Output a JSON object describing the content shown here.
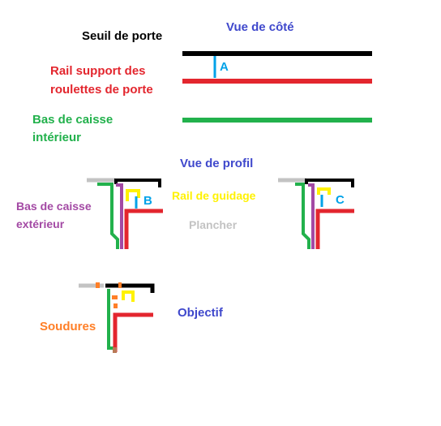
{
  "colors": {
    "black": "#000000",
    "red": "#e3262e",
    "green": "#22b14c",
    "blue_label": "#3f48cc",
    "cyan": "#00a2e8",
    "purple": "#a349a4",
    "yellow": "#fff200",
    "grey": "#c3c3c3",
    "orange": "#ff7f27",
    "brown": "#b97a57"
  },
  "side_view": {
    "title": "Vue de côté",
    "seuil": "Seuil de porte",
    "rail_line1": "Rail support des",
    "rail_line2": "roulettes de porte",
    "bas_line1": "Bas de caisse",
    "bas_line2": "intérieur",
    "marker_a": "A"
  },
  "profile_view": {
    "title": "Vue de profil",
    "bas_ext_line1": "Bas de caisse",
    "bas_ext_line2": "extérieur",
    "rail_guidage": "Rail de guidage",
    "plancher": "Plancher",
    "marker_b": "B",
    "marker_c": "C"
  },
  "objective": {
    "title": "Objectif",
    "soudures": "Soudures"
  }
}
